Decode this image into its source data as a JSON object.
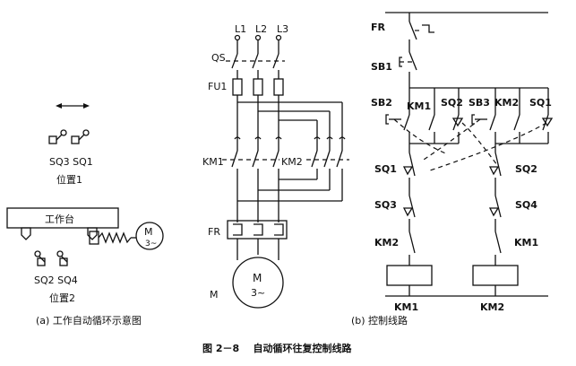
{
  "panel_a": {
    "workbench_label": "工作台",
    "switches_top": "SQ3 SQ1",
    "position_top": "位置1",
    "switches_bottom": "SQ2 SQ4",
    "position_bottom": "位置2",
    "motor_letter": "M",
    "motor_sub": "3~",
    "caption": "(a) 工作自动循环示意图"
  },
  "panel_b": {
    "phases": [
      "L1",
      "L2",
      "L3"
    ],
    "qs": "QS",
    "fu1": "FU1",
    "km1": "KM1",
    "km2": "KM2",
    "fr": "FR",
    "m": "M",
    "motor_letter": "M",
    "motor_sub": "3~"
  },
  "control": {
    "fr": "FR",
    "sb1": "SB1",
    "sb2": "SB2",
    "km1c": "KM1",
    "sq2a": "SQ2",
    "sb3": "SB3",
    "km2c": "KM2",
    "sq1a": "SQ1",
    "sq1b": "SQ1",
    "sq2b": "SQ2",
    "sq3": "SQ3",
    "sq4": "SQ4",
    "km2i": "KM2",
    "km1i": "KM1",
    "coil1": "KM1",
    "coil2": "KM2",
    "caption": "(b) 控制线路"
  },
  "figure_caption": "图 2－8    自动循环往复控制线路"
}
